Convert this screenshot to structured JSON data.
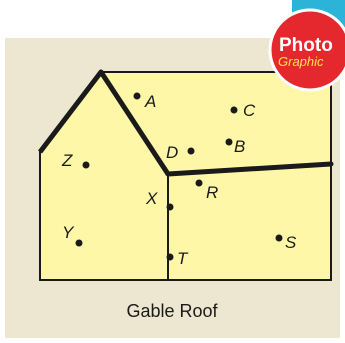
{
  "badge": {
    "line1": "Photo",
    "line2": "Graphic"
  },
  "caption": "Gable Roof",
  "points": {
    "A": "A",
    "B": "B",
    "C": "C",
    "D": "D",
    "R": "R",
    "S": "S",
    "T": "T",
    "X": "X",
    "Y": "Y",
    "Z": "Z"
  },
  "colors": {
    "panel": "#ede6d0",
    "wall": "#fff7a8",
    "outline": "#1a1a1a",
    "badge_red": "#e4282e",
    "badge_blue": "#2cb4d8"
  }
}
